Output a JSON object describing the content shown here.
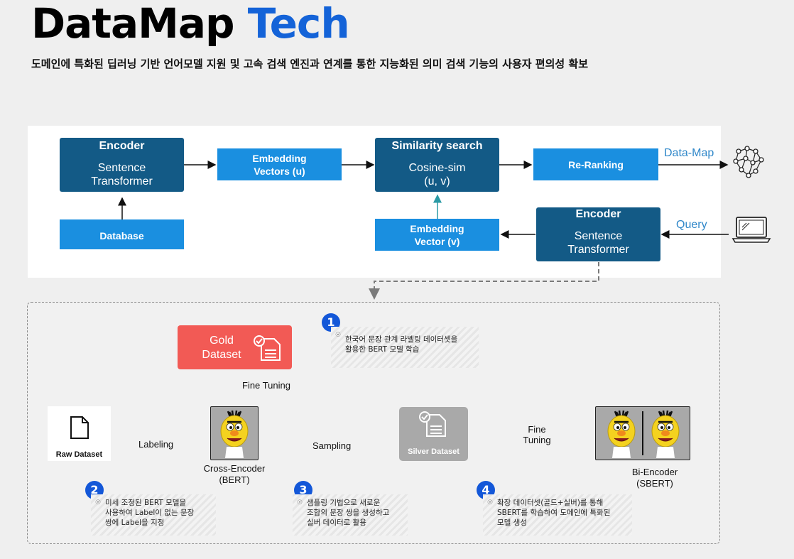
{
  "header": {
    "title_main": "DataMap",
    "title_accent": "Tech",
    "subtitle": "도메인에 특화된 딥러닝 기반 언어모델 지원 및 고속 검색 엔진과 연계를 통한 지능화된 의미 검색 기능의 사용자 편의성 확보"
  },
  "pipeline": {
    "encoder1": {
      "head": "Encoder",
      "line1": "Sentence",
      "line2": "Transformer"
    },
    "database": "Database",
    "embedding_u": {
      "line1": "Embedding",
      "line2": "Vectors (u)"
    },
    "similarity": {
      "head": "Similarity search",
      "line1": "Cosine-sim",
      "line2": "(u, v)"
    },
    "reranking": "Re-Ranking",
    "datamap_label": "Data-Map",
    "embedding_v": {
      "line1": "Embedding",
      "line2": "Vector (v)"
    },
    "encoder2": {
      "head": "Encoder",
      "line1": "Sentence",
      "line2": "Transformer"
    },
    "query_label": "Query",
    "icons": {
      "network": "network-graph-icon",
      "laptop": "laptop-icon"
    }
  },
  "training": {
    "gold": {
      "line1": "Gold",
      "line2": "Dataset"
    },
    "fine_tuning_1": "Fine Tuning",
    "raw_dataset": "Raw Dataset",
    "labeling": "Labeling",
    "cross_encoder": {
      "line1": "Cross-Encoder",
      "line2": "(BERT)"
    },
    "sampling": "Sampling",
    "silver_dataset": "Silver Dataset",
    "fine_tuning_2": {
      "line1": "Fine",
      "line2": "Tuning"
    },
    "bi_encoder": {
      "line1": "Bi-Encoder",
      "line2": "(SBERT)"
    },
    "steps": [
      {
        "num": "1",
        "lines": [
          "한국어 문장 관계 라벨링 데이터셋을",
          "활용한 BERT 모델 학습"
        ]
      },
      {
        "num": "2",
        "lines": [
          "미세 조정된 BERT 모델을",
          "사용하여 Label이 없는 문장",
          "쌍에 Label을 지정"
        ]
      },
      {
        "num": "3",
        "lines": [
          "샘플링 기법으로 새로운",
          "조합의 문장 쌍을 생성하고",
          "실버 데이터로 활용"
        ]
      },
      {
        "num": "4",
        "lines": [
          "확장 데이터셋(골드+실버)를 통해",
          "SBERT를 학습하여 도메인에 특화된",
          "모델 생성"
        ]
      }
    ]
  },
  "colors": {
    "accent": "#1463d8",
    "dark_box": "#135a86",
    "bright_box": "#1a8fe0",
    "gold": "#f25a55",
    "silver": "#a9a9a9",
    "teal_arrow": "#2a9aa5",
    "step_badge": "#1357d8"
  }
}
